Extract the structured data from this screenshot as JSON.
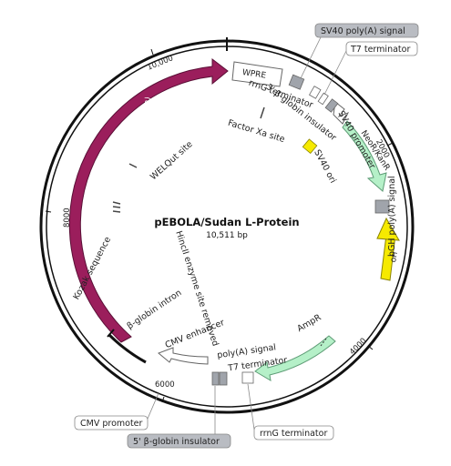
{
  "plasmid": {
    "name": "pEBOLA/Sudan L-Protein",
    "size": "10,511 bp"
  },
  "ticks": [
    "10,000",
    "2000",
    "4000",
    "6000",
    "8000"
  ],
  "features": {
    "ebola_l": "EBOLA L Protein (Sudan)",
    "wpre": "WPRE",
    "neor": "NeoR/KanR",
    "ori": "ori"
  },
  "boxed_labels": {
    "sv40_polya": "SV40 poly(A) signal",
    "t7_terminator_top": "T7 terminator",
    "cmv_promoter": "CMV promoter",
    "b_globin_insulator_5": "5' β-globin insulator",
    "rrng_terminator_bottom": "rrnG terminator"
  },
  "labels": {
    "rrng_terminator": "rrnG terminator",
    "b_globin_insulator_3": "3' β-globin insulator",
    "sv40_promoter": "SV40 promoter",
    "factor_xa": "Factor Xa site",
    "sv40_ori": "SV40 ori",
    "bgh_polya": "bGH poly(A) signal",
    "amp_r": "AmpR",
    "polya_signal": "poly(A) signal",
    "t7_terminator": "T7 terminator",
    "cmv_enhancer": "CMV enhancer",
    "b_globin_intron": "β-globin intron",
    "kozak": "Kozak sequence",
    "hincii": "HincII enzyme site removed",
    "welqut": "WELQut site"
  },
  "colors": {
    "ebola": "#9b1e5c",
    "neor": "#b5f0c8",
    "ampr": "#b5f0c8",
    "ori": "#f6ea00",
    "sv40ori": "#f6ea00",
    "grey_box": "#a0a4ab",
    "boxed_fill": "#b9bcc2"
  }
}
